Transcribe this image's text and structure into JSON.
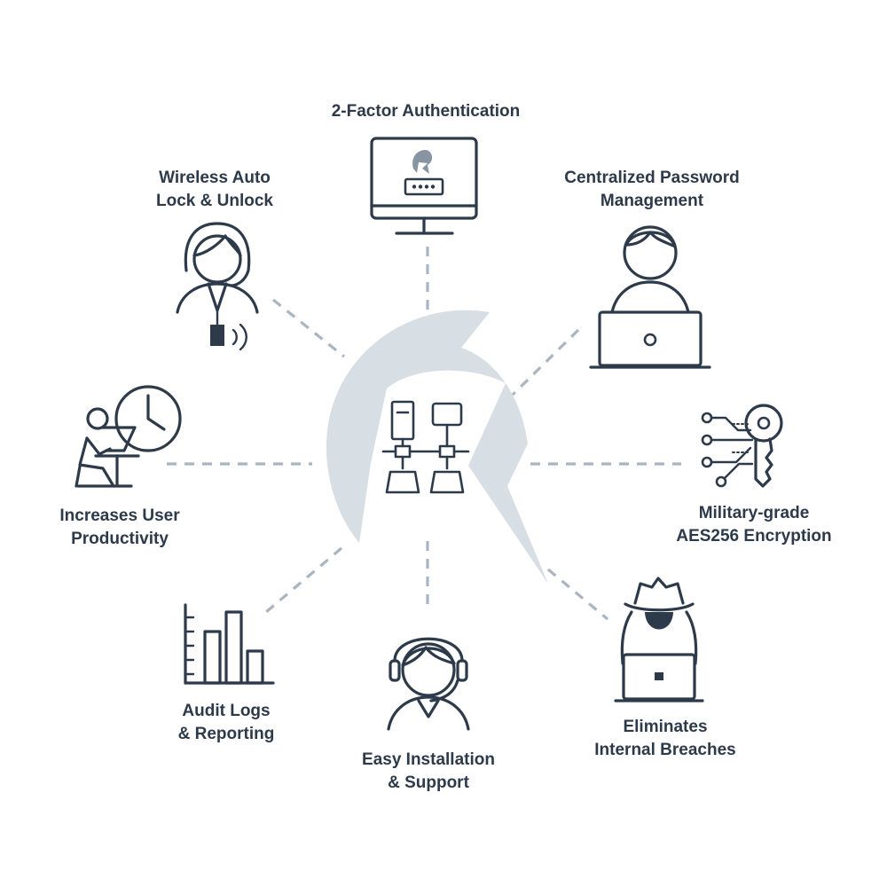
{
  "colors": {
    "icon": "#2d3a4a",
    "text": "#2d3a4a",
    "helmet": "#d7dee4",
    "connector": "#a9b5c0",
    "background": "#ffffff"
  },
  "center": {
    "icon": "spartan-helmet-network-icon"
  },
  "features": [
    {
      "id": "two-factor",
      "icon": "monitor-login-icon",
      "lines": [
        "2-Factor Authentication"
      ]
    },
    {
      "id": "password-mgmt",
      "icon": "user-laptop-icon",
      "lines": [
        "Centralized Password",
        "Management"
      ]
    },
    {
      "id": "encryption",
      "icon": "circuit-key-icon",
      "lines": [
        "Military-grade",
        "AES256 Encryption"
      ]
    },
    {
      "id": "breaches",
      "icon": "hacker-icon",
      "lines": [
        "Eliminates",
        "Internal Breaches"
      ]
    },
    {
      "id": "support",
      "icon": "headset-agent-icon",
      "lines": [
        "Easy Installation",
        "& Support"
      ]
    },
    {
      "id": "audit",
      "icon": "bar-chart-icon",
      "lines": [
        "Audit Logs",
        "& Reporting"
      ]
    },
    {
      "id": "productivity",
      "icon": "user-clock-icon",
      "lines": [
        "Increases User",
        "Productivity"
      ]
    },
    {
      "id": "wireless-lock",
      "icon": "badge-wireless-icon",
      "lines": [
        "Wireless Auto",
        "Lock & Unlock"
      ]
    }
  ]
}
